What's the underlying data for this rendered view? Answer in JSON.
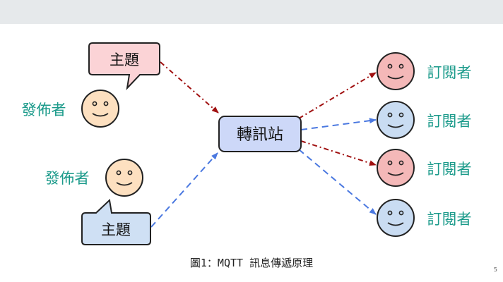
{
  "publishers": [
    {
      "label": "發佈者",
      "bubble": "主題"
    },
    {
      "label": "發佈者",
      "bubble": "主題"
    }
  ],
  "broker": {
    "label": "轉訊站"
  },
  "subscribers": [
    {
      "label": "訂閱者",
      "face_color": "#f4b8b8"
    },
    {
      "label": "訂閱者",
      "face_color": "#c9dcf2"
    },
    {
      "label": "訂閱者",
      "face_color": "#f4b8b8"
    },
    {
      "label": "訂閱者",
      "face_color": "#c9dcf2"
    }
  ],
  "colors": {
    "label_teal": "#1a9a8a",
    "publisher_face": "#fde0c0",
    "bubble_pink": "#fbd3d6",
    "bubble_blue": "#cfe0f4",
    "broker_fill": "#cdd8f8",
    "arrow_red": "#a01010",
    "arrow_blue": "#4a78e0"
  },
  "caption": "圖1：MQTT 訊息傳遞原理",
  "page_number": "5"
}
